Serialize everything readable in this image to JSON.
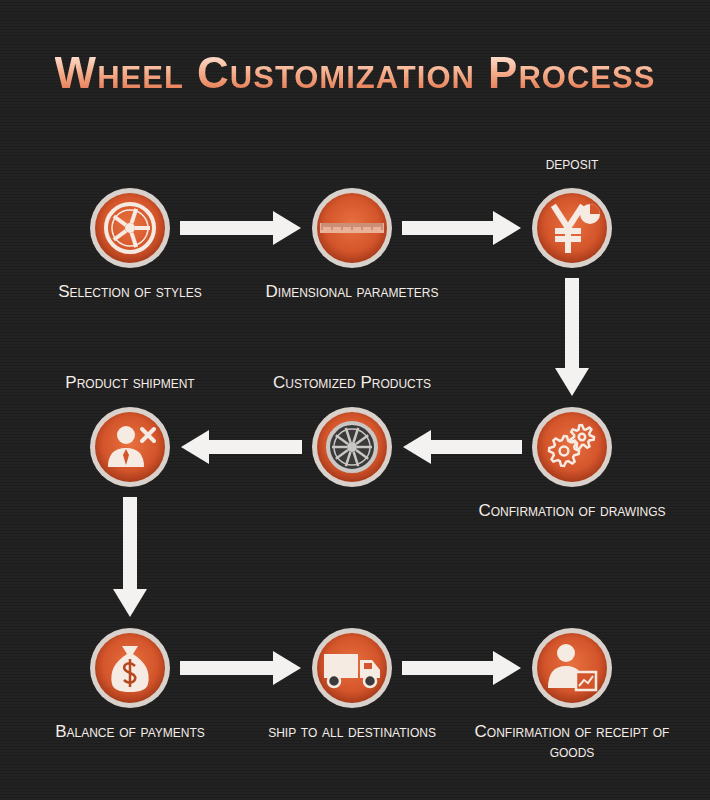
{
  "diagram": {
    "title": "Wheel Customization Process",
    "nodes": [
      {
        "text": [
          "Selection of styles"
        ]
      },
      {
        "text": [
          "Dimensional parameters"
        ]
      },
      {
        "text": [
          "deposit"
        ]
      },
      {
        "text": [
          "Confirmation of drawings"
        ]
      },
      {
        "text": [
          "Customized Products"
        ]
      },
      {
        "text": [
          "Product shipment"
        ]
      },
      {
        "text": [
          "Balance of payments"
        ]
      },
      {
        "text": [
          "ship to all destinations"
        ]
      },
      {
        "text": [
          "Confirmation of receipt of goods"
        ]
      }
    ],
    "edges": [
      {
        "from": 0,
        "to": 1,
        "arrow": "to"
      },
      {
        "from": 1,
        "to": 2,
        "arrow": "to"
      },
      {
        "from": 2,
        "to": 3,
        "arrow": "to"
      },
      {
        "from": 3,
        "to": 4,
        "arrow": "to"
      },
      {
        "from": 4,
        "to": 5,
        "arrow": "to"
      },
      {
        "from": 5,
        "to": 6,
        "arrow": "to"
      },
      {
        "from": 6,
        "to": 7,
        "arrow": "to"
      },
      {
        "from": 7,
        "to": 8,
        "arrow": "to"
      }
    ]
  }
}
